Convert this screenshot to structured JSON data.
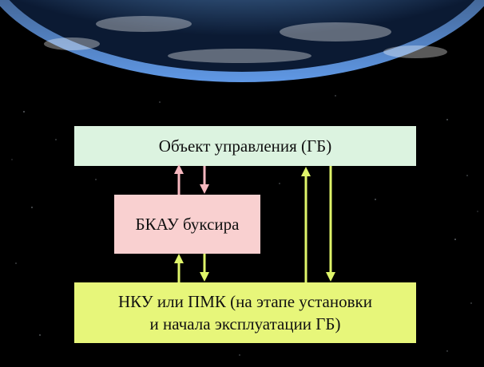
{
  "diagram": {
    "object_box": {
      "label": "Объект управления (ГБ)"
    },
    "bkau_box": {
      "label": "БКАУ буксира"
    },
    "nku_box": {
      "line1": "НКУ или ПМК (на этапе установки",
      "line2": "и начала эксплуатации ГБ)"
    },
    "colors": {
      "object_fill": "#dcf3e0",
      "bkau_fill": "#f9d0d0",
      "nku_fill": "#e7f67a",
      "pink_arrow": "#f7b8bf",
      "green_arrow": "#dff56a"
    }
  }
}
